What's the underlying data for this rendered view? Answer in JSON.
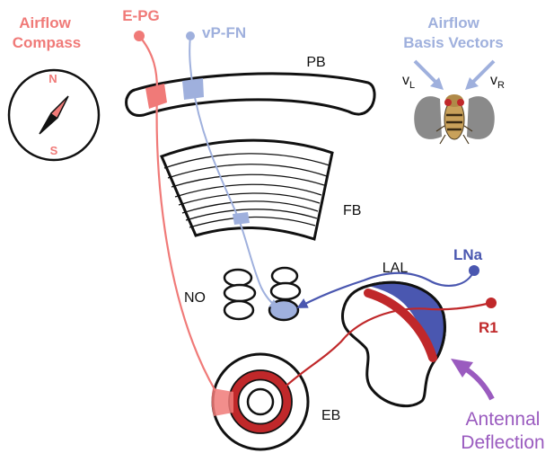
{
  "colors": {
    "epg": "#f07a78",
    "vpfn": "#9fb0dd",
    "lna": "#4a57b0",
    "r1": "#c0282a",
    "antennal": "#9a5bbf",
    "ink": "#111111",
    "fly_wing": "#8a8a8a"
  },
  "labels": {
    "airflow_compass_line1": "Airflow",
    "airflow_compass_line2": "Compass",
    "epg": "E-PG",
    "vpfn": "vP-FN",
    "basis_line1": "Airflow",
    "basis_line2": "Basis Vectors",
    "compass_n": "N",
    "compass_s": "S",
    "vl_main": "v",
    "vl_sub": "L",
    "vr_main": "v",
    "vr_sub": "R",
    "pb": "PB",
    "fb": "FB",
    "no": "NO",
    "lal": "LAL",
    "lna": "LNa",
    "r1": "R1",
    "eb": "EB",
    "antennal_line1": "Antennal",
    "antennal_line2": "Deflection"
  },
  "icons": {
    "compass": "compass-icon",
    "fly": "fly-icon"
  }
}
